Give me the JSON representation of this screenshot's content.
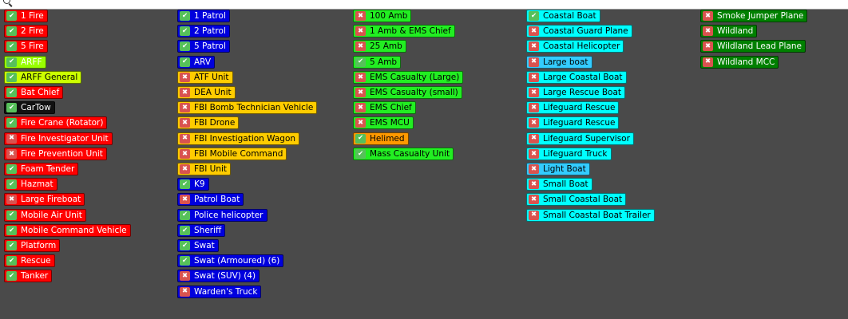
{
  "icons": {
    "enabled": "check-icon",
    "disabled": "close-icon",
    "search": "search-icon"
  },
  "colors": {
    "fire": "#ff0000",
    "lime": "#99ff00",
    "tow": "#111111",
    "police": "#0000dd",
    "federal": "#ffcc00",
    "ems": "#22ee22",
    "helimed": "#ff9900",
    "coastal": "#00ffff",
    "light_blue": "#33ccff",
    "wildland": "#008000"
  },
  "columns": [
    {
      "name": "fire",
      "items": [
        {
          "label": "1 Fire",
          "enabled": true,
          "color": "#ff0000",
          "text": "#ffffff"
        },
        {
          "label": "2 Fire",
          "enabled": true,
          "color": "#ff0000",
          "text": "#ffffff"
        },
        {
          "label": "5 Fire",
          "enabled": true,
          "color": "#ff0000",
          "text": "#ffffff"
        },
        {
          "label": "ARFF",
          "enabled": true,
          "color": "#99ff00",
          "text": "#ffffff"
        },
        {
          "label": "ARFF General",
          "enabled": true,
          "color": "#ccff00",
          "text": "#000000"
        },
        {
          "label": "Bat Chief",
          "enabled": true,
          "color": "#ff0000",
          "text": "#ffffff"
        },
        {
          "label": "CarTow",
          "enabled": true,
          "color": "#111111",
          "text": "#ffffff"
        },
        {
          "label": "Fire Crane (Rotator)",
          "enabled": true,
          "color": "#ff0000",
          "text": "#ffffff"
        },
        {
          "label": "Fire Investigator Unit",
          "enabled": false,
          "color": "#ff0000",
          "text": "#ffffff"
        },
        {
          "label": "Fire Prevention Unit",
          "enabled": false,
          "color": "#ff0000",
          "text": "#ffffff"
        },
        {
          "label": "Foam Tender",
          "enabled": true,
          "color": "#ff0000",
          "text": "#ffffff"
        },
        {
          "label": "Hazmat",
          "enabled": true,
          "color": "#ff0000",
          "text": "#ffffff"
        },
        {
          "label": "Large Fireboat",
          "enabled": false,
          "color": "#ff0000",
          "text": "#ffffff"
        },
        {
          "label": "Mobile Air Unit",
          "enabled": true,
          "color": "#ff0000",
          "text": "#ffffff"
        },
        {
          "label": "Mobile Command Vehicle",
          "enabled": true,
          "color": "#ff0000",
          "text": "#ffffff"
        },
        {
          "label": "Platform",
          "enabled": true,
          "color": "#ff0000",
          "text": "#ffffff"
        },
        {
          "label": "Rescue",
          "enabled": true,
          "color": "#ff0000",
          "text": "#ffffff"
        },
        {
          "label": "Tanker",
          "enabled": true,
          "color": "#ff0000",
          "text": "#ffffff"
        }
      ]
    },
    {
      "name": "police",
      "items": [
        {
          "label": "1 Patrol",
          "enabled": true,
          "color": "#0000dd",
          "text": "#ffffff"
        },
        {
          "label": "2 Patrol",
          "enabled": true,
          "color": "#0000dd",
          "text": "#ffffff"
        },
        {
          "label": "5 Patrol",
          "enabled": true,
          "color": "#0000dd",
          "text": "#ffffff"
        },
        {
          "label": "ARV",
          "enabled": true,
          "color": "#0000dd",
          "text": "#ffffff"
        },
        {
          "label": "ATF Unit",
          "enabled": false,
          "color": "#ffcc00",
          "text": "#000000"
        },
        {
          "label": "DEA Unit",
          "enabled": false,
          "color": "#ffcc00",
          "text": "#000000"
        },
        {
          "label": "FBI Bomb Technician Vehicle",
          "enabled": false,
          "color": "#ffcc00",
          "text": "#000000"
        },
        {
          "label": "FBI Drone",
          "enabled": false,
          "color": "#ffcc00",
          "text": "#000000"
        },
        {
          "label": "FBI Investigation Wagon",
          "enabled": false,
          "color": "#ffcc00",
          "text": "#000000"
        },
        {
          "label": "FBI Mobile Command",
          "enabled": false,
          "color": "#ffcc00",
          "text": "#000000"
        },
        {
          "label": "FBI Unit",
          "enabled": false,
          "color": "#ffcc00",
          "text": "#000000"
        },
        {
          "label": "K9",
          "enabled": true,
          "color": "#0000dd",
          "text": "#ffffff"
        },
        {
          "label": "Patrol Boat",
          "enabled": false,
          "color": "#0000dd",
          "text": "#ffffff"
        },
        {
          "label": "Police helicopter",
          "enabled": true,
          "color": "#0000dd",
          "text": "#ffffff"
        },
        {
          "label": "Sheriff",
          "enabled": true,
          "color": "#0000dd",
          "text": "#ffffff"
        },
        {
          "label": "Swat",
          "enabled": true,
          "color": "#0000dd",
          "text": "#ffffff"
        },
        {
          "label": "Swat (Armoured) (6)",
          "enabled": true,
          "color": "#0000dd",
          "text": "#ffffff"
        },
        {
          "label": "Swat (SUV) (4)",
          "enabled": false,
          "color": "#0000dd",
          "text": "#ffffff"
        },
        {
          "label": "Warden's Truck",
          "enabled": false,
          "color": "#0000dd",
          "text": "#ffffff"
        }
      ]
    },
    {
      "name": "ems",
      "items": [
        {
          "label": "100 Amb",
          "enabled": false,
          "color": "#22ee22",
          "text": "#000000"
        },
        {
          "label": "1 Amb & EMS Chief",
          "enabled": false,
          "color": "#22ee22",
          "text": "#000000"
        },
        {
          "label": "25 Amb",
          "enabled": false,
          "color": "#22ee22",
          "text": "#000000"
        },
        {
          "label": "5 Amb",
          "enabled": true,
          "color": "#22ee22",
          "text": "#000000"
        },
        {
          "label": "EMS Casualty (Large)",
          "enabled": false,
          "color": "#22ee22",
          "text": "#000000"
        },
        {
          "label": "EMS Casualty (small)",
          "enabled": false,
          "color": "#22ee22",
          "text": "#000000"
        },
        {
          "label": "EMS Chief",
          "enabled": false,
          "color": "#22ee22",
          "text": "#000000"
        },
        {
          "label": "EMS MCU",
          "enabled": false,
          "color": "#22ee22",
          "text": "#000000"
        },
        {
          "label": "Helimed",
          "enabled": true,
          "color": "#ff9900",
          "text": "#000000"
        },
        {
          "label": "Mass Casualty Unit",
          "enabled": true,
          "color": "#22ee22",
          "text": "#000000"
        }
      ]
    },
    {
      "name": "coastal",
      "items": [
        {
          "label": "Coastal Boat",
          "enabled": true,
          "color": "#00ffff",
          "text": "#000000"
        },
        {
          "label": "Coastal Guard Plane",
          "enabled": false,
          "color": "#00ffff",
          "text": "#000000"
        },
        {
          "label": "Coastal Helicopter",
          "enabled": false,
          "color": "#00ffff",
          "text": "#000000"
        },
        {
          "label": "Large boat",
          "enabled": false,
          "color": "#33ccff",
          "text": "#000000"
        },
        {
          "label": "Large Coastal Boat",
          "enabled": false,
          "color": "#00ffff",
          "text": "#000000"
        },
        {
          "label": "Large Rescue Boat",
          "enabled": false,
          "color": "#00ffff",
          "text": "#000000"
        },
        {
          "label": "Lifeguard Rescue",
          "enabled": false,
          "color": "#00ffff",
          "text": "#000000"
        },
        {
          "label": "Lifeguard Rescue",
          "enabled": false,
          "color": "#00ffff",
          "text": "#000000"
        },
        {
          "label": "Lifeguard Supervisor",
          "enabled": false,
          "color": "#00ffff",
          "text": "#000000"
        },
        {
          "label": "Lifeguard Truck",
          "enabled": false,
          "color": "#00ffff",
          "text": "#000000"
        },
        {
          "label": "Light Boat",
          "enabled": false,
          "color": "#33ccff",
          "text": "#000000"
        },
        {
          "label": "Small Boat",
          "enabled": false,
          "color": "#00ffff",
          "text": "#000000"
        },
        {
          "label": "Small Coastal Boat",
          "enabled": false,
          "color": "#00ffff",
          "text": "#000000"
        },
        {
          "label": "Small Coastal Boat Trailer",
          "enabled": false,
          "color": "#00ffff",
          "text": "#000000"
        }
      ]
    },
    {
      "name": "wildland",
      "items": [
        {
          "label": "Smoke Jumper Plane",
          "enabled": false,
          "color": "#008000",
          "text": "#ffffff"
        },
        {
          "label": "Wildland",
          "enabled": false,
          "color": "#008000",
          "text": "#ffffff"
        },
        {
          "label": "Wildland Lead Plane",
          "enabled": false,
          "color": "#008000",
          "text": "#ffffff"
        },
        {
          "label": "Wildland MCC",
          "enabled": false,
          "color": "#008000",
          "text": "#ffffff"
        }
      ]
    }
  ]
}
